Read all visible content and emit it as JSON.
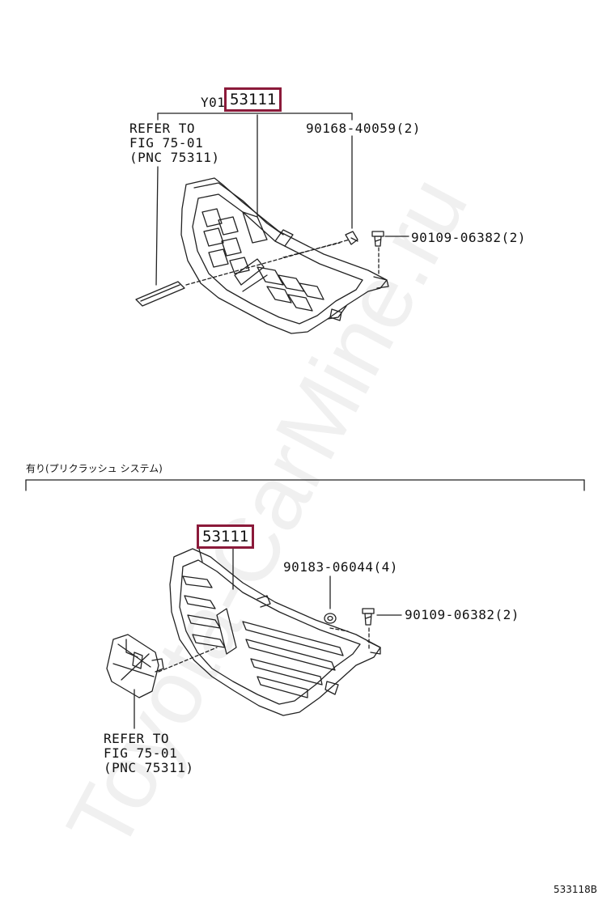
{
  "watermark": "Toyota-CarMine.ru",
  "upper": {
    "prefix": "Y01",
    "main_pnc": "53111",
    "refer_text": "REFER TO\nFIG 75-01\n(PNC 75311)",
    "clip_part": "90168-40059(2)",
    "screw_part": "90109-06382(2)"
  },
  "lower": {
    "section_note": "有り(プリクラッシュ システム)",
    "main_pnc": "53111",
    "nut_part": "90183-06044(4)",
    "screw_part": "90109-06382(2)",
    "refer_text": "REFER TO\nFIG 75-01\n(PNC 75311)"
  },
  "figure_code": "533118B"
}
